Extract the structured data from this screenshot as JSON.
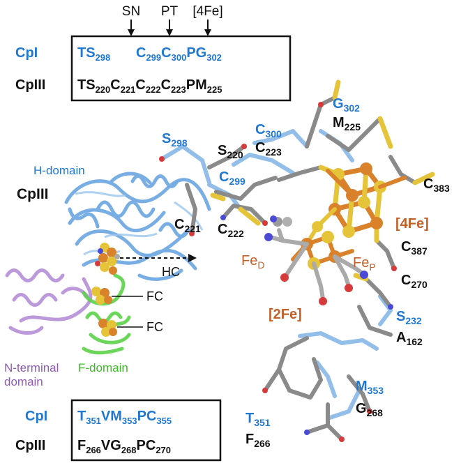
{
  "colors": {
    "blue": "#1f78d1",
    "black": "#111111",
    "orange": "#c2602a",
    "purple": "#8e5bb5",
    "green": "#3fb82a",
    "iron": "#d9822b",
    "sulfur": "#e6c43a"
  },
  "top_arrows": [
    {
      "label": "SN"
    },
    {
      "label": "PT"
    },
    {
      "label": "[4Fe]"
    }
  ],
  "top_box": {
    "row1": {
      "name": "CpI",
      "parts": [
        [
          "TS",
          "298"
        ],
        [
          "C",
          "299"
        ],
        [
          "C",
          "300"
        ],
        [
          "PG",
          "302"
        ]
      ]
    },
    "row2": {
      "name": "CpIII",
      "parts": [
        [
          "TS",
          "220"
        ],
        [
          "C",
          "221"
        ],
        [
          "C",
          "222"
        ],
        [
          "C",
          "223"
        ],
        [
          "PM",
          "225"
        ]
      ]
    }
  },
  "bottom_box": {
    "row1": {
      "name": "CpI",
      "parts": [
        [
          "T",
          "351"
        ],
        [
          "VM",
          "353"
        ],
        [
          "PC",
          "355"
        ]
      ]
    },
    "row2": {
      "name": "CpIII",
      "parts": [
        [
          "F",
          "266"
        ],
        [
          "VG",
          "268"
        ],
        [
          "PC",
          "270"
        ]
      ]
    }
  },
  "protein": {
    "title": "CpIII",
    "h_domain": "H-domain",
    "n_terminal_line1": "N-terminal",
    "n_terminal_line2": "domain",
    "f_domain": "F-domain",
    "hc": "HC",
    "fc1": "FC",
    "fc2": "FC"
  },
  "residues": {
    "s220": [
      "S",
      "220"
    ],
    "s298": [
      "S",
      "298"
    ],
    "c300": [
      "C",
      "300"
    ],
    "c223": [
      "C",
      "223"
    ],
    "g302": [
      "G",
      "302"
    ],
    "m225": [
      "M",
      "225"
    ],
    "c299": [
      "C",
      "299"
    ],
    "c221": [
      "C",
      "221"
    ],
    "c222": [
      "C",
      "222"
    ],
    "c383": [
      "C",
      "383"
    ],
    "c387": [
      "C",
      "387"
    ],
    "c270": [
      "C",
      "270"
    ],
    "s232": [
      "S",
      "232"
    ],
    "a162": [
      "A",
      "162"
    ],
    "m353": [
      "M",
      "353"
    ],
    "g268": [
      "G",
      "268"
    ],
    "t351": [
      "T",
      "351"
    ],
    "f266": [
      "F",
      "266"
    ]
  },
  "cluster_labels": {
    "four_fe": "[4Fe]",
    "two_fe": "[2Fe]",
    "fe_d": [
      "Fe",
      "D"
    ],
    "fe_p": [
      "Fe",
      "P"
    ]
  }
}
